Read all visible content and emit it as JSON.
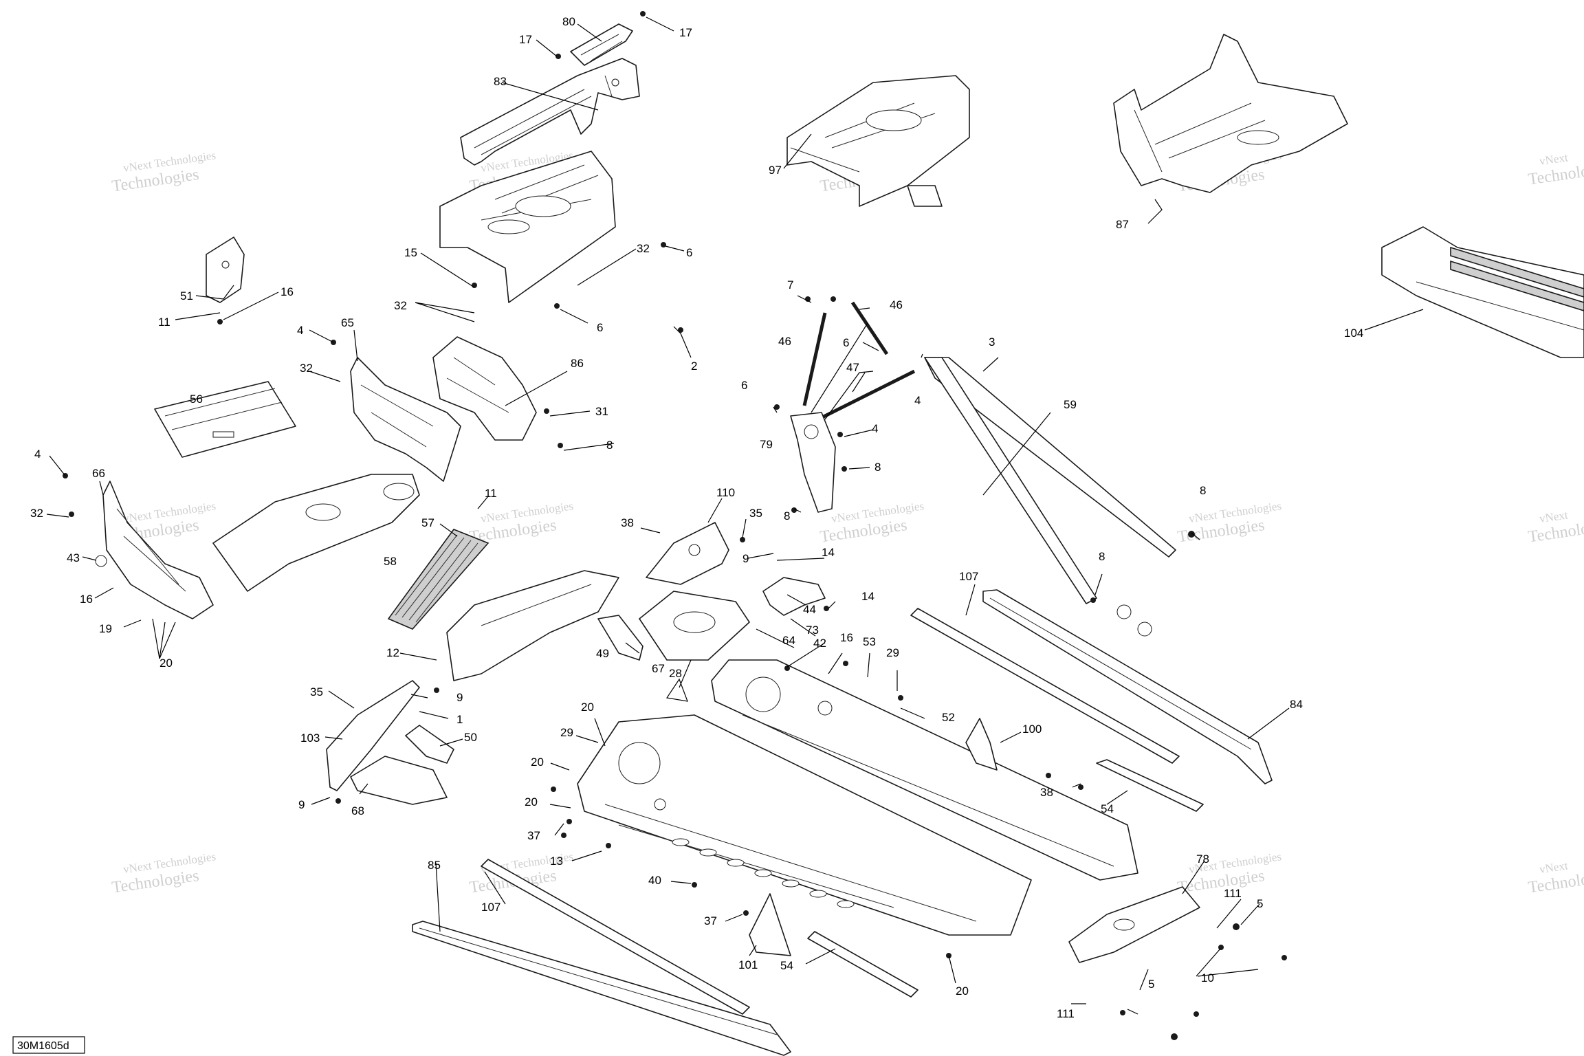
{
  "watermark": {
    "line1": "vNext Technologies",
    "line2": "Technologies",
    "partial": "vNext"
  },
  "reference": "30M1605d",
  "callouts": {
    "c80": "80",
    "c17a": "17",
    "c17b": "17",
    "c83": "83",
    "c97": "97",
    "c87": "87",
    "c104": "104",
    "c6a": "6",
    "c15": "15",
    "c32a": "32",
    "c32b": "32",
    "c6b": "6",
    "c2": "2",
    "c51": "51",
    "c16a": "16",
    "c11a": "11",
    "c4a": "4",
    "c65": "65",
    "c86": "86",
    "c32c": "32",
    "c31": "31",
    "c8a": "8",
    "c56": "56",
    "c4b": "4",
    "c66": "66",
    "c32d": "32",
    "c43": "43",
    "c16b": "16",
    "c19": "19",
    "c20a": "20",
    "c11b": "11",
    "c57": "57",
    "c58": "58",
    "c12": "12",
    "c7": "7",
    "c46a": "46",
    "c46b": "46",
    "c6c": "6",
    "c47": "47",
    "c3": "3",
    "c4c": "4",
    "c6d": "6",
    "c59": "59",
    "c4d": "4",
    "c79": "79",
    "c8b": "8",
    "c8c": "8",
    "c8d": "8",
    "c8e": "8",
    "c110": "110",
    "c38a": "38",
    "c35a": "35",
    "c9a": "9",
    "c14a": "14",
    "c14b": "14",
    "c44": "44",
    "c73": "73",
    "c64": "64",
    "c42": "42",
    "c16c": "16",
    "c53": "53",
    "c29a": "29",
    "c52": "52",
    "c49": "49",
    "c67": "67",
    "c28": "28",
    "c107a": "107",
    "c84": "84",
    "c100": "100",
    "c38b": "38",
    "c54a": "54",
    "c35b": "35",
    "c9b": "9",
    "c1": "1",
    "c103": "103",
    "c50": "50",
    "c9c": "9",
    "c68": "68",
    "c20b": "20",
    "c29b": "29",
    "c20c": "20",
    "c20d": "20",
    "c37a": "37",
    "c13": "13",
    "c40": "40",
    "c85": "85",
    "c107b": "107",
    "c37b": "37",
    "c101": "101",
    "c54b": "54",
    "c20e": "20",
    "c78": "78",
    "c111a": "111",
    "c5a": "5",
    "c10": "10",
    "c5b": "5",
    "c111b": "111"
  }
}
